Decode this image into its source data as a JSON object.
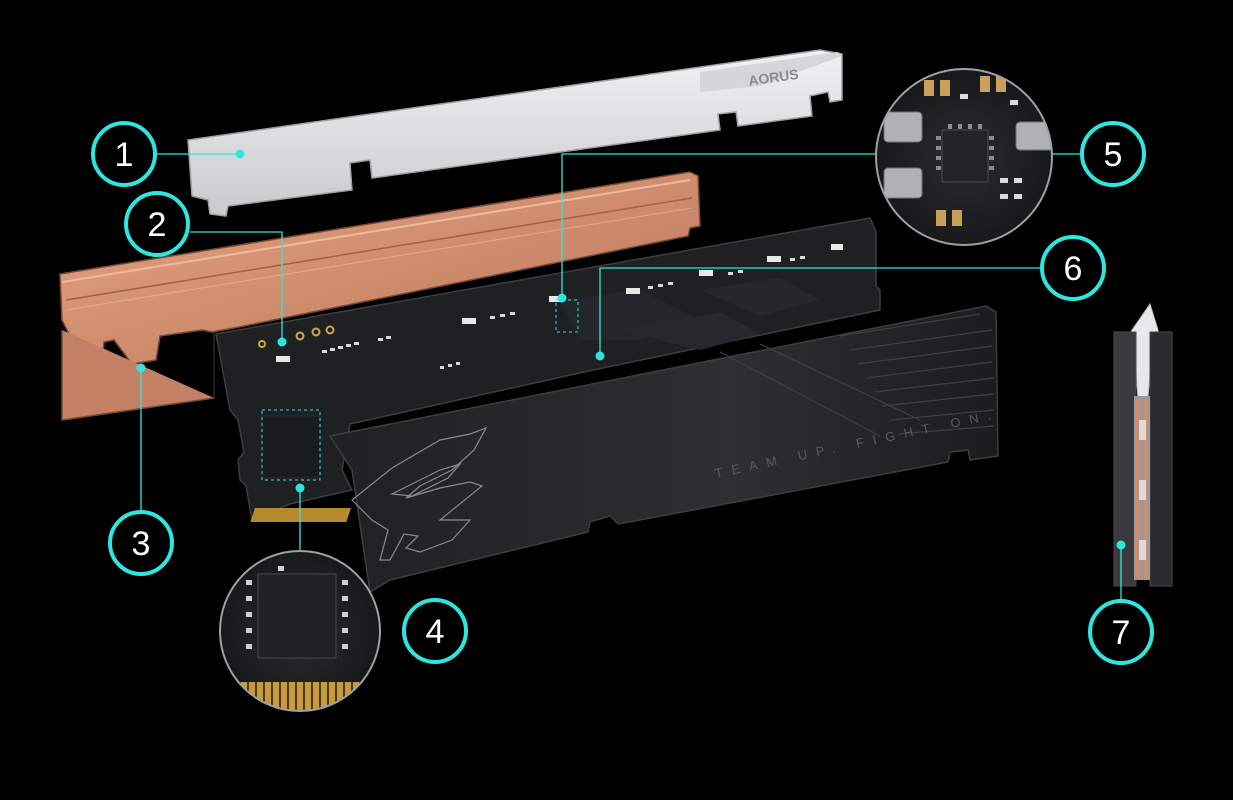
{
  "colors": {
    "background": "#000000",
    "accent": "#2ee6e0",
    "copper": "#d08d6e",
    "shroud": "#2a2a2c",
    "pcb": "#1e1f21",
    "top_bar": "#dcdddf"
  },
  "branding": {
    "top_bar_logo": "AORUS",
    "shroud_slogan": "TEAM UP. FIGHT ON."
  },
  "callouts": [
    {
      "number": "1",
      "target": "white-top-cover"
    },
    {
      "number": "2",
      "target": "led-component"
    },
    {
      "number": "3",
      "target": "copper-heatspreader"
    },
    {
      "number": "4",
      "target": "memory-ic"
    },
    {
      "number": "5",
      "target": "pmic-closeup"
    },
    {
      "number": "6",
      "target": "pmic-on-pcb"
    },
    {
      "number": "7",
      "target": "side-cross-section"
    }
  ]
}
